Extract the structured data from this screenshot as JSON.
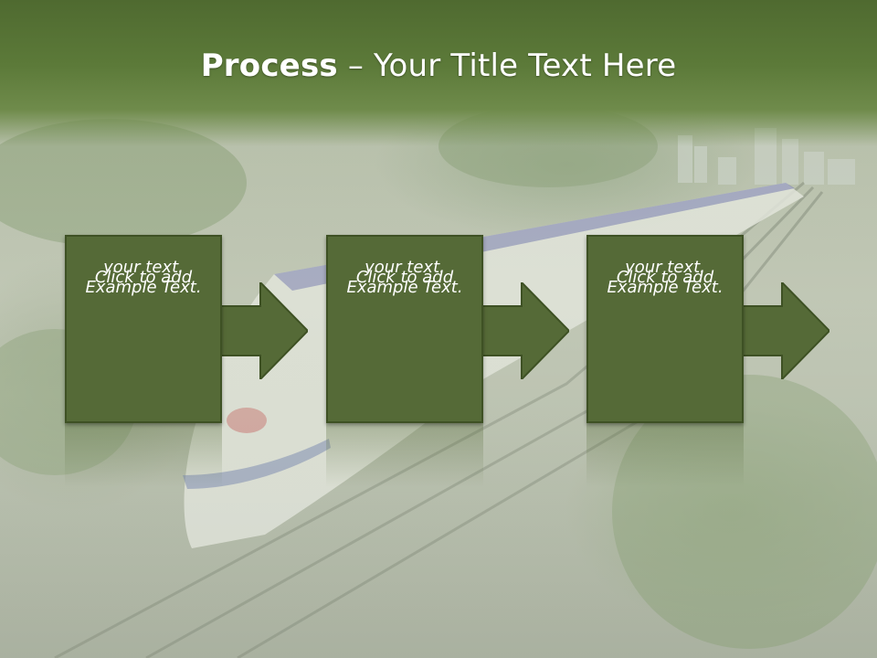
{
  "slide": {
    "title_bold": "Process",
    "title_rest": " – Your Title Text Here"
  },
  "steps": [
    {
      "line1": "Example Text.",
      "line2": "Click  to add",
      "line3": "your text."
    },
    {
      "line1": "Example Text.",
      "line2": "Click  to add",
      "line3": "your text."
    },
    {
      "line1": "Example Text.",
      "line2": "Click  to add",
      "line3": "your text."
    }
  ],
  "colors": {
    "header_green": "#5c7a39",
    "box_fill": "#556a37",
    "box_border": "#3e5124"
  },
  "background": {
    "description_icon": "train-photo-background"
  }
}
